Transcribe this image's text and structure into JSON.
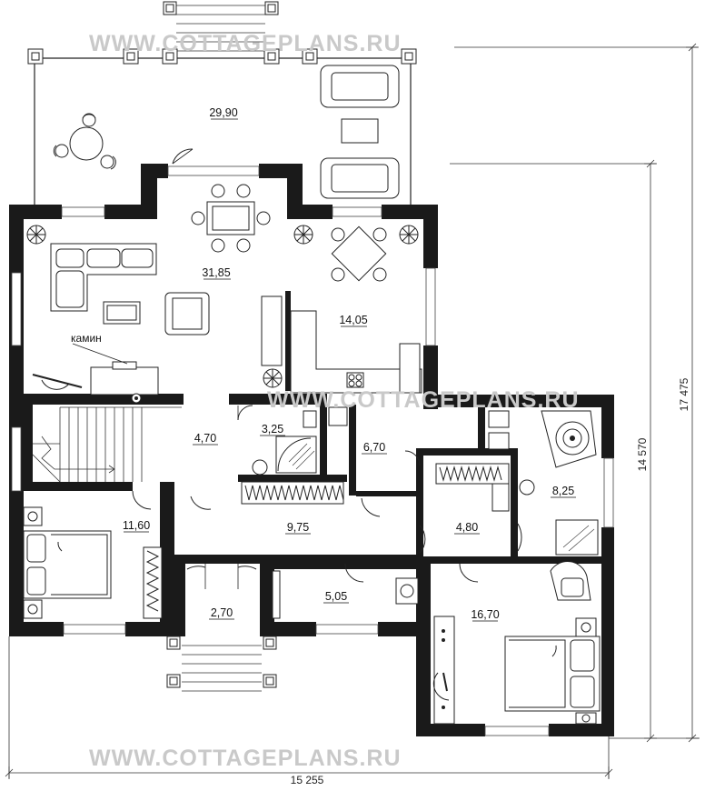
{
  "watermarks": {
    "top": "WWW.COTTAGEPLANS.RU",
    "middle": "WWW.COTTAGEPLANS.RU",
    "bottom": "WWW.COTTAGEPLANS.RU"
  },
  "rooms": {
    "terrace": "29,90",
    "living": "31,85",
    "kitchen": "14,05",
    "hall": "4,70",
    "bath_small": "3,25",
    "utility": "6,70",
    "bath_master": "8,25",
    "bedroom_left": "11,60",
    "corridor": "9,75",
    "dressing": "4,80",
    "vestibule": "2,70",
    "boiler": "5,05",
    "bedroom_master": "16,70"
  },
  "labels": {
    "fireplace": "камин"
  },
  "dimensions": {
    "width": "15 255",
    "height_total": "17 475",
    "height_house": "14 570"
  },
  "colors": {
    "wall": "#1a1a1a",
    "watermark": "#c9c9c9"
  }
}
